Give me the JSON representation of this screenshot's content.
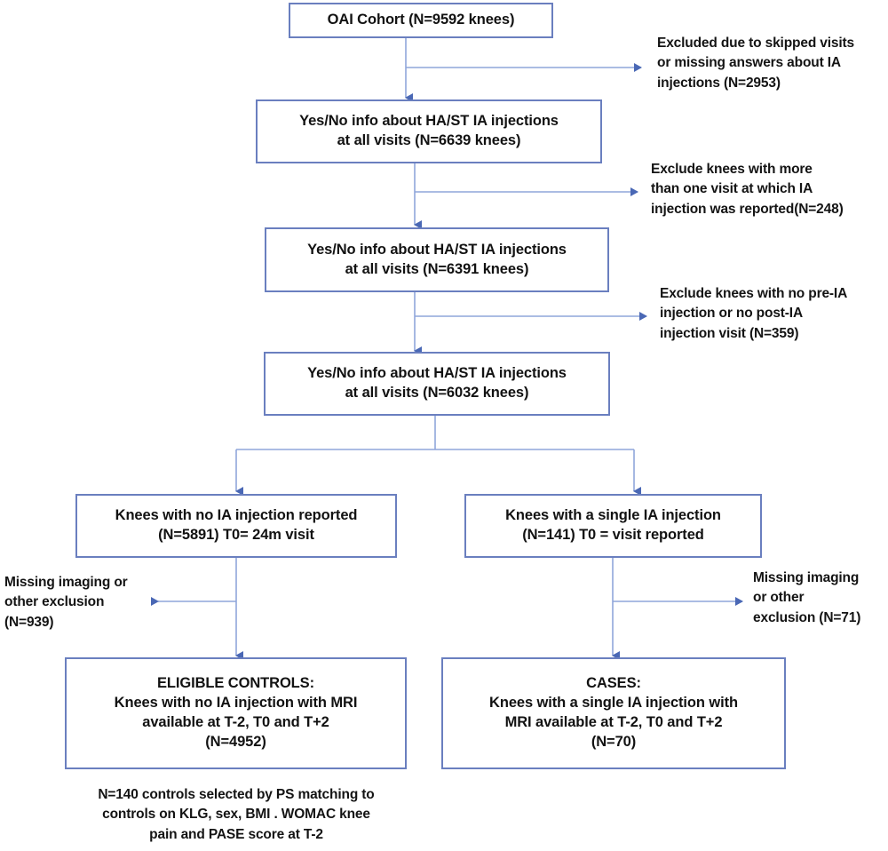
{
  "figure": {
    "type": "flowchart",
    "title": "OAI knee IA injection study participant flow",
    "accent_border": "#6a7fbf",
    "connector_color": "#8fa6da",
    "text_color": "#121212"
  },
  "boxes": {
    "cohort": {
      "lines": [
        "OAI Cohort (N=9592 knees)"
      ]
    },
    "info6639": {
      "lines": [
        "Yes/No info about HA/ST IA injections",
        "at all visits (N=6639 knees)"
      ]
    },
    "info6391": {
      "lines": [
        "Yes/No info about HA/ST IA injections",
        "at all visits (N=6391 knees)"
      ]
    },
    "info6032": {
      "lines": [
        "Yes/No info about HA/ST IA injections",
        "at all visits (N=6032 knees)"
      ]
    },
    "no_injection": {
      "lines": [
        "Knees with no IA injection reported",
        "(N=5891) T0= 24m visit"
      ]
    },
    "single_injection": {
      "lines": [
        "Knees with a single IA injection",
        "(N=141) T0 = visit reported"
      ]
    },
    "eligible_controls": {
      "lines": [
        "ELIGIBLE CONTROLS:",
        "Knees with no IA injection with MRI",
        "available at T-2, T0 and T+2",
        "(N=4952)"
      ]
    },
    "cases": {
      "lines": [
        "CASES:",
        "Knees with a single IA injection with",
        "MRI available at T-2, T0 and T+2",
        "(N=70)"
      ]
    }
  },
  "exclusions": {
    "skipped_visits": {
      "lines": [
        "Excluded due to skipped visits",
        "or missing answers about IA",
        "injections (N=2953)"
      ]
    },
    "more_than_one_visit": {
      "lines": [
        "Exclude knees with more",
        "than one visit at which IA",
        "injection was reported(N=248)"
      ]
    },
    "no_pre_post": {
      "lines": [
        "Exclude knees with no pre-IA",
        "injection or no post-IA",
        "injection visit (N=359)"
      ]
    },
    "missing_imaging_left": {
      "lines": [
        "Missing imaging or",
        "other exclusion",
        "(N=939)"
      ]
    },
    "missing_imaging_right": {
      "lines": [
        "Missing imaging",
        "or other",
        "exclusion (N=71)"
      ]
    }
  },
  "caption": {
    "lines": [
      "N=140 controls selected by PS matching to",
      "controls on KLG, sex, BMI . WOMAC knee",
      "pain and PASE score at T-2"
    ]
  },
  "chart_data": {
    "type": "table",
    "title": "OAI knee IA injection study participant flow",
    "nodes": [
      {
        "id": "cohort",
        "label": "OAI Cohort",
        "n": 9592,
        "unit": "knees"
      },
      {
        "id": "info6639",
        "label": "Yes/No info about HA/ST IA injections at all visits",
        "n": 6639,
        "unit": "knees"
      },
      {
        "id": "info6391",
        "label": "Yes/No info about HA/ST IA injections at all visits",
        "n": 6391,
        "unit": "knees"
      },
      {
        "id": "info6032",
        "label": "Yes/No info about HA/ST IA injections at all visits",
        "n": 6032,
        "unit": "knees"
      },
      {
        "id": "no_injection",
        "label": "Knees with no IA injection reported, T0= 24m visit",
        "n": 5891,
        "unit": "knees"
      },
      {
        "id": "single_injection",
        "label": "Knees with a single IA injection, T0 = visit reported",
        "n": 141,
        "unit": "knees"
      },
      {
        "id": "eligible_controls",
        "label": "ELIGIBLE CONTROLS: Knees with no IA injection with MRI available at T-2, T0 and T+2",
        "n": 4952,
        "unit": "knees"
      },
      {
        "id": "cases",
        "label": "CASES: Knees with a single IA injection with MRI available at T-2, T0 and T+2",
        "n": 70,
        "unit": "knees"
      }
    ],
    "exclusions": [
      {
        "from": "cohort",
        "label": "Excluded due to skipped visits or missing answers about IA injections",
        "n": 2953
      },
      {
        "from": "info6639",
        "label": "Exclude knees with more than one visit at which IA injection was reported",
        "n": 248
      },
      {
        "from": "info6391",
        "label": "Exclude knees with no pre-IA injection or no post-IA injection visit",
        "n": 359
      },
      {
        "from": "no_injection",
        "label": "Missing imaging or other exclusion",
        "n": 939
      },
      {
        "from": "single_injection",
        "label": "Missing imaging or other exclusion",
        "n": 71
      }
    ],
    "final_note": "N=140 controls selected by PS matching to controls on KLG, sex, BMI . WOMAC knee pain and PASE score at T-2"
  }
}
